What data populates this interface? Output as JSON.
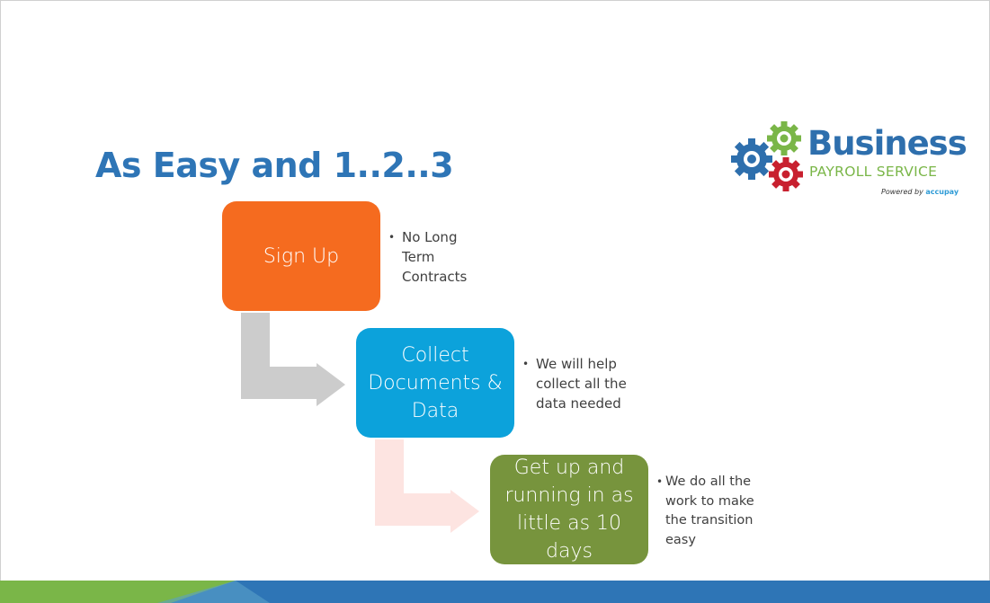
{
  "slide": {
    "title": "As Easy and 1..2..3"
  },
  "logo": {
    "line1": "Business",
    "line2": "PAYROLL SERVICE",
    "powered_by": "Powered by",
    "brand": "accupay",
    "gear_colors": [
      "#2e6fad",
      "#7ab648",
      "#c8202f"
    ]
  },
  "steps": [
    {
      "lines": [
        "Sign Up"
      ],
      "color": "#f56b1f",
      "bullet": "No Long Term Contracts"
    },
    {
      "lines": [
        "Collect",
        "Documents &",
        "Data"
      ],
      "color": "#0ca2db",
      "bullet": "We will help collect all the data needed"
    },
    {
      "lines": [
        "Get up and",
        "running in as",
        "little as 10 days"
      ],
      "color": "#77943d",
      "bullet": "We do all the work to make the transition easy"
    }
  ],
  "arrows": {
    "arrow1_color": "#cccccc",
    "arrow2_color": "#fde4e1"
  },
  "footer": {
    "colors": [
      "#7ab648",
      "#2e75b6"
    ]
  },
  "bullet_glyph": "•"
}
